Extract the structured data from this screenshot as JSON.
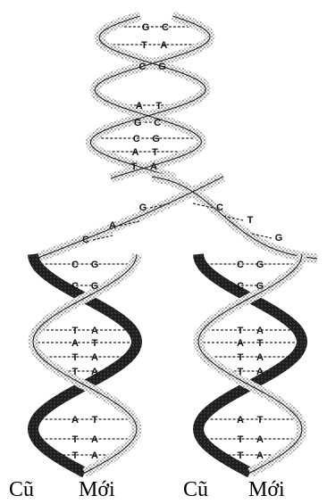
{
  "figure": {
    "title": "",
    "captions": [
      "Cũ",
      "Mới",
      "Cũ",
      "Mới"
    ],
    "parent_helix_pairs": [
      {
        "left": "G",
        "right": "C"
      },
      {
        "left": "T",
        "right": "A"
      },
      {
        "left": "C",
        "right": "G"
      },
      {
        "left": "A",
        "right": "T"
      },
      {
        "left": "G",
        "right": "C"
      },
      {
        "left": "C",
        "right": "G"
      },
      {
        "left": "A",
        "right": "T"
      },
      {
        "left": "T",
        "right": "A"
      }
    ],
    "fork_left_bases": [
      "G",
      "A",
      "C"
    ],
    "fork_right_bases": [
      "C",
      "T",
      "G"
    ],
    "left_daughter_pairs": [
      {
        "left": "C",
        "right": "G"
      },
      {
        "left": "C",
        "right": "G"
      },
      {
        "left": "T",
        "right": "A"
      },
      {
        "left": "A",
        "right": "T"
      },
      {
        "left": "T",
        "right": "A"
      },
      {
        "left": "T",
        "right": "A"
      },
      {
        "left": "A",
        "right": "T"
      },
      {
        "left": "T",
        "right": "A"
      },
      {
        "left": "T",
        "right": "A"
      }
    ],
    "right_daughter_pairs": [
      {
        "left": "C",
        "right": "G"
      },
      {
        "left": "C",
        "right": "G"
      },
      {
        "left": "T",
        "right": "A"
      },
      {
        "left": "A",
        "right": "T"
      },
      {
        "left": "T",
        "right": "A"
      },
      {
        "left": "T",
        "right": "A"
      },
      {
        "left": "A",
        "right": "T"
      },
      {
        "left": "T",
        "right": "A"
      },
      {
        "left": "T",
        "right": "A"
      }
    ],
    "colors": {
      "old_strand": "#d8d8d8",
      "new_strand": "#1e1e1e",
      "outline": "#111111"
    }
  }
}
